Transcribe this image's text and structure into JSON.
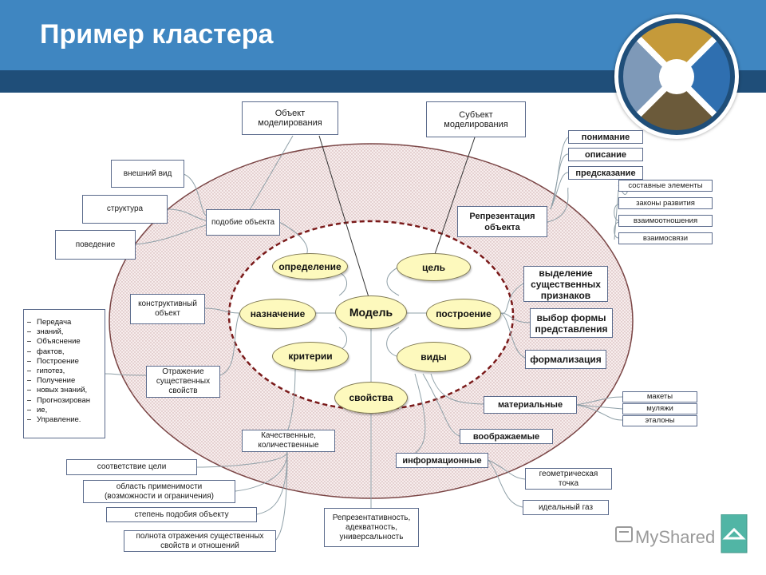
{
  "header": {
    "title": "Пример кластера"
  },
  "center": "Модель",
  "inner_ovals": {
    "definition": "определение",
    "goal": "цель",
    "purpose": "назначение",
    "construction": "построение",
    "criteria": "критерии",
    "kinds": "виды",
    "properties": "свойства"
  },
  "nodes": {
    "object": "Объект\nмоделирования",
    "subject": "Субъект\nмоделирования",
    "appearance": "внешний вид",
    "structure": "структура",
    "behavior": "поведение",
    "similarity": "подобие объекта",
    "representation": "Репрезентация\nобъекта",
    "understanding": "понимание",
    "description": "описание",
    "prediction": "предсказание",
    "components": "составные элементы",
    "laws": "законы развития",
    "relations": "взаимоотношения",
    "links": "взаимосвязи",
    "essential": "выделение\nсущественных\nпризнаков",
    "form_choice": "выбор формы\nпредставления",
    "formalization": "формализация",
    "constructive": "конструктивный\nобъект",
    "reflection": "Отражение\nсущественных\nсвойств",
    "material": "материальные",
    "models_mockups": "макеты",
    "dummies": "муляжи",
    "standards": "эталоны",
    "imaginary": "воображаемые",
    "qualitative": "Качественные,\nколичественные",
    "informational": "информационные",
    "geom_point": "геометрическая\nточка",
    "ideal_gas": "идеальный газ",
    "goal_match": "соответствие цели",
    "applicability": "область применимости\n(возможности и ограничения)",
    "similarity_degree": "степень подобия объекту",
    "completeness": "полнота отражения существенных\nсвойств и отношений",
    "representativeness": "Репрезентативность,\nадекватность,\nуниверсальность"
  },
  "left_list": [
    "Передача",
    "знаний,",
    "Объяснение",
    "фактов,",
    "Построение",
    "гипотез,",
    "Получение",
    "новых знаний,",
    "Прогнозирован",
    "ие,",
    "Управление."
  ],
  "watermark": {
    "text": "MyShared"
  }
}
